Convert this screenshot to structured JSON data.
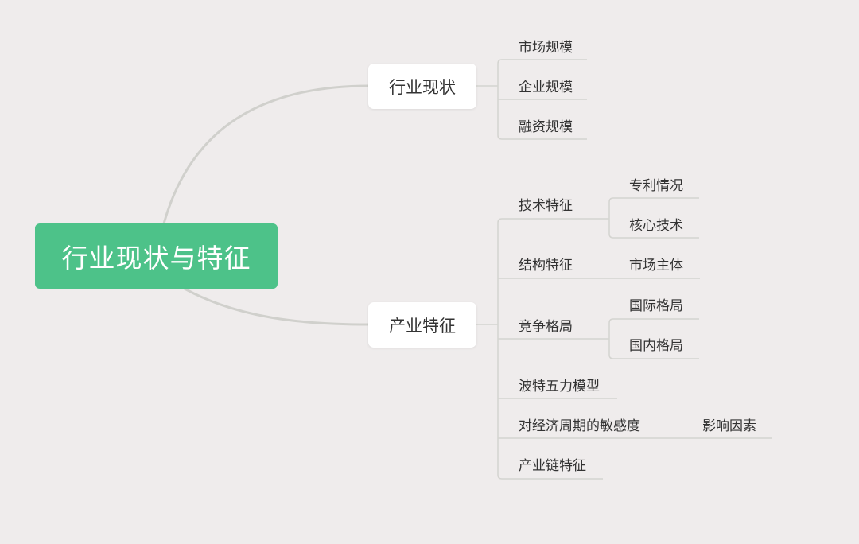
{
  "colors": {
    "background": "#efecec",
    "root_fill": "#4dc289",
    "root_text": "#ffffff",
    "connector": "#d0d0cc",
    "branch_line": "#d4d4d0",
    "node_text": "#333333"
  },
  "root": {
    "label": "行业现状与特征"
  },
  "branches": [
    {
      "label": "行业现状",
      "children": [
        {
          "label": "市场规模"
        },
        {
          "label": "企业规模"
        },
        {
          "label": "融资规模"
        }
      ]
    },
    {
      "label": "产业特征",
      "children": [
        {
          "label": "技术特征",
          "children": [
            {
              "label": "专利情况"
            },
            {
              "label": "核心技术"
            }
          ]
        },
        {
          "label": "结构特征",
          "children": [
            {
              "label": "市场主体"
            }
          ]
        },
        {
          "label": "竞争格局",
          "children": [
            {
              "label": "国际格局"
            },
            {
              "label": "国内格局"
            }
          ]
        },
        {
          "label": "波特五力模型"
        },
        {
          "label": "对经济周期的敏感度",
          "children": [
            {
              "label": "影响因素"
            }
          ]
        },
        {
          "label": "产业链特征"
        }
      ]
    }
  ]
}
